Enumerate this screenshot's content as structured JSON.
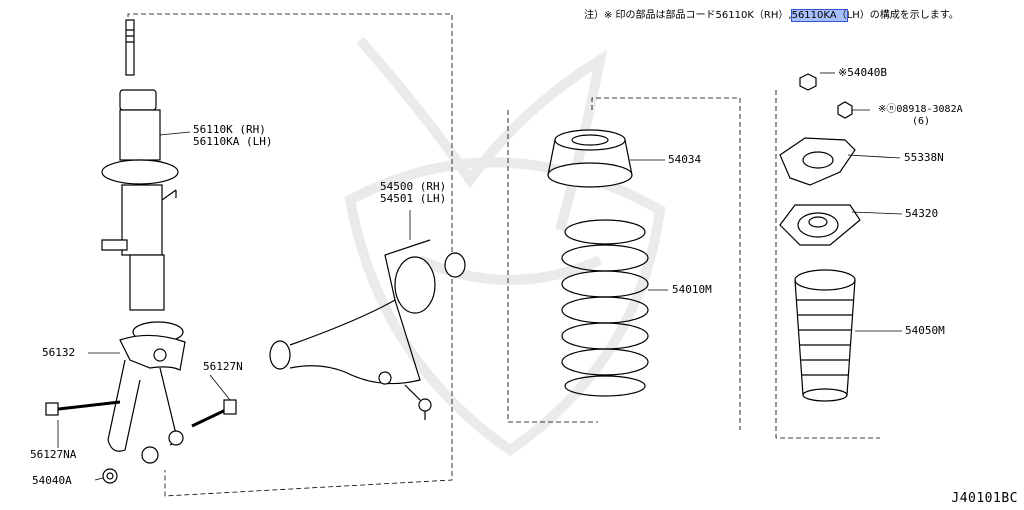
{
  "note": {
    "prefix": "注）※ 印の部品は部品コード56110K（RH）,",
    "highlight": "56110KA（",
    "suffix": "LH）の構成を示します。"
  },
  "parts": {
    "strut": {
      "rh": "56110K (RH)",
      "lh": "56110KA (LH)"
    },
    "p56132": "56132",
    "p56127N": "56127N",
    "p56127NA": "56127NA",
    "p54040A": "54040A",
    "arm": {
      "rh": "54500 (RH)",
      "lh": "54501 (LH)"
    },
    "p54034": "54034",
    "p54010M": "54010M",
    "p54040B": "※54040B",
    "p08918": "※ⓝ08918-3082A",
    "p08918_qty": "(6)",
    "p55338N": "55338N",
    "p54320": "54320",
    "p54050M": "54050M"
  },
  "diagram_code": "J40101BC"
}
